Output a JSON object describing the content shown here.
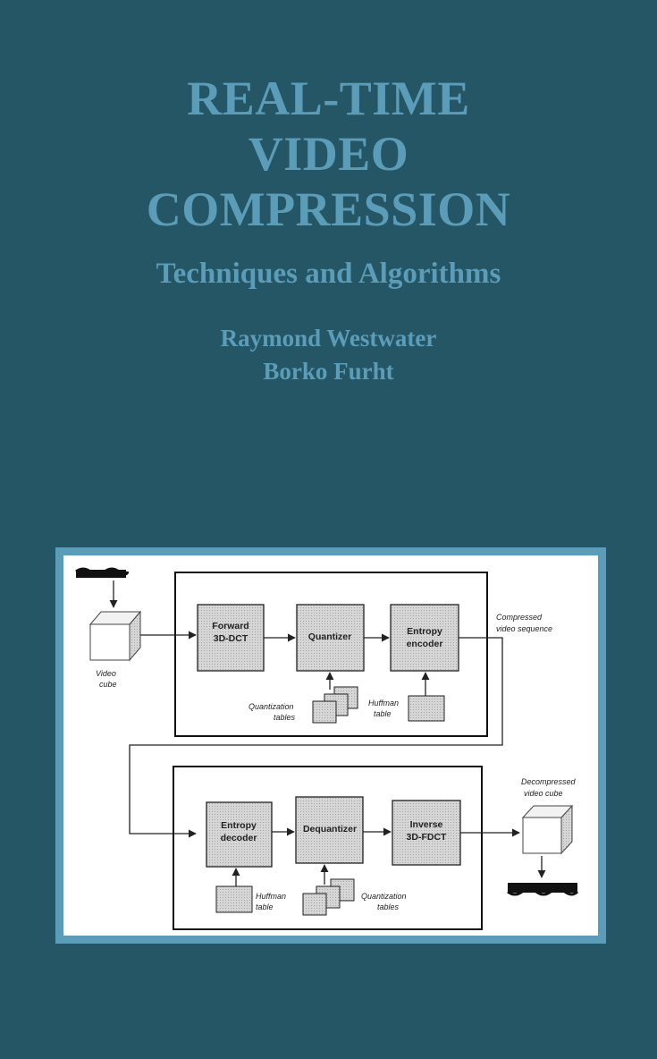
{
  "cover": {
    "title_lines": [
      "REAL-TIME",
      "VIDEO",
      "COMPRESSION"
    ],
    "subtitle": "Techniques and Algorithms",
    "authors": [
      "Raymond Westwater",
      "Borko Furht"
    ],
    "colors": {
      "background": "#255665",
      "text": "#5b9cb8",
      "frame": "#5b9cb8"
    }
  },
  "diagram": {
    "encoder": {
      "blocks": [
        {
          "line1": "Forward",
          "line2": "3D-DCT"
        },
        {
          "line1": "Quantizer",
          "line2": ""
        },
        {
          "line1": "Entropy",
          "line2": "encoder"
        }
      ],
      "input_label": [
        "Video",
        "cube"
      ],
      "quant_tables_label": [
        "Quantization",
        "tables"
      ],
      "huffman_label": [
        "Huffman",
        "table"
      ],
      "output_label": [
        "Compressed",
        "video sequence"
      ]
    },
    "decoder": {
      "blocks": [
        {
          "line1": "Entropy",
          "line2": "decoder"
        },
        {
          "line1": "Dequantizer",
          "line2": ""
        },
        {
          "line1": "Inverse",
          "line2": "3D-FDCT"
        }
      ],
      "huffman_label": [
        "Huffman",
        "table"
      ],
      "quant_tables_label": [
        "Quantization",
        "tables"
      ],
      "output_label": [
        "Decompressed",
        "video cube"
      ]
    }
  }
}
